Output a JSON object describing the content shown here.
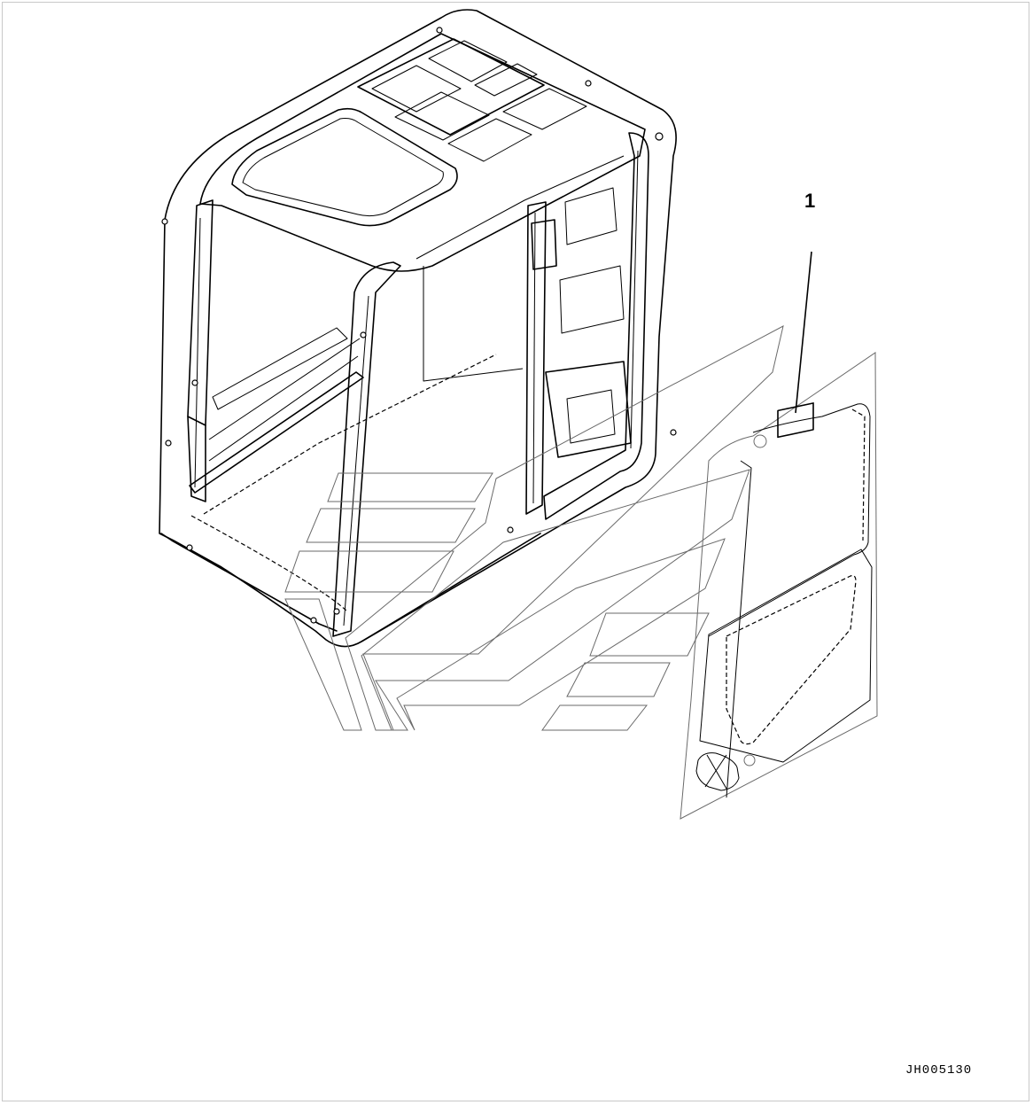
{
  "diagram": {
    "callouts": [
      {
        "number": "1",
        "part": "label"
      }
    ],
    "drawing_number": "JH005130",
    "components": [
      "cab-frame-icon",
      "door-panel-icon",
      "decal-stripes-icon",
      "label-icon"
    ]
  }
}
